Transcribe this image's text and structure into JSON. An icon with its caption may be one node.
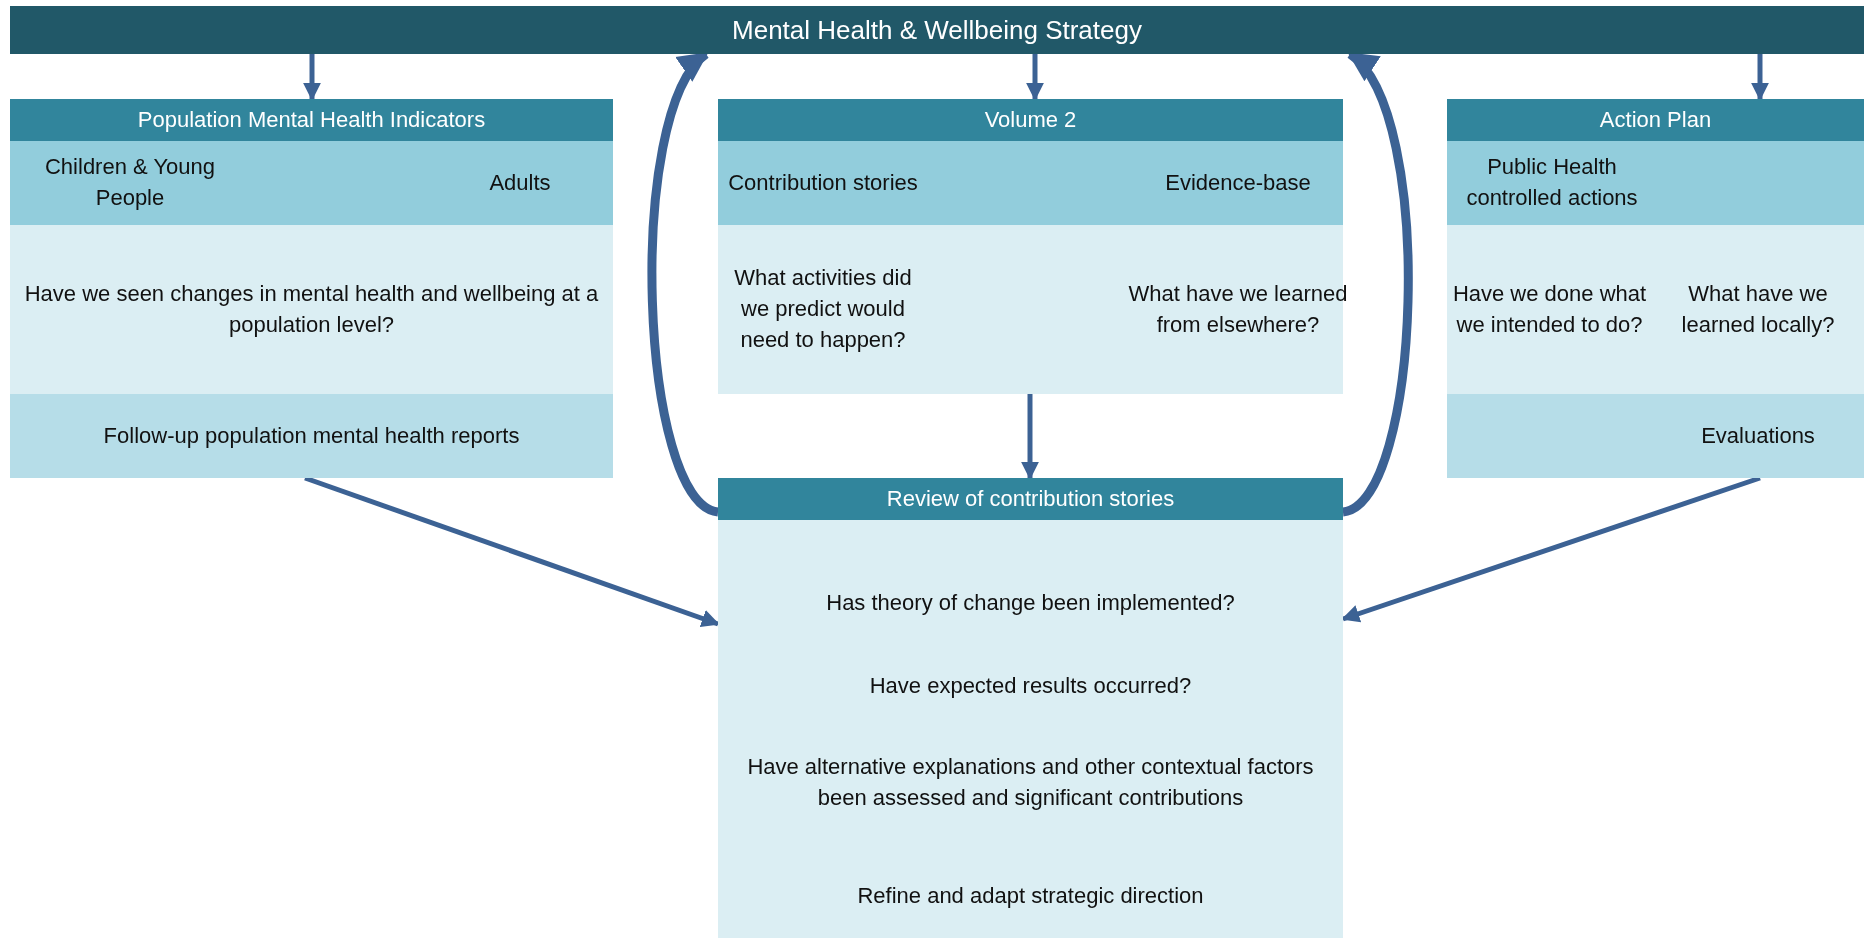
{
  "diagram": {
    "nodes": [
      {
        "text": [
          "Mental Health & Wellbeing Strategy"
        ]
      },
      {
        "text": [
          "Population Mental Health Indicators"
        ]
      },
      {
        "text": [
          "Children & Young People",
          "Adults"
        ],
        "in": 1
      },
      {
        "text": [
          "Have we seen changes in mental health and wellbeing at a population level?"
        ],
        "in": 1
      },
      {
        "text": [
          "Follow-up population mental health reports"
        ],
        "in": 1
      },
      {
        "text": [
          "Volume 2"
        ]
      },
      {
        "text": [
          "Contribution stories",
          "Evidence-base"
        ],
        "in": 5
      },
      {
        "text": [
          "What activities did we predict would need to happen?",
          "What have we learned from elsewhere?"
        ],
        "in": 5
      },
      {
        "text": [
          "Action Plan"
        ]
      },
      {
        "text": [
          "Public Health controlled actions"
        ],
        "in": 8
      },
      {
        "text": [
          "Have we done what we intended to do?",
          "What have we learned locally?"
        ],
        "in": 8
      },
      {
        "text": [
          "Evaluations"
        ],
        "in": 8
      },
      {
        "text": [
          "Review of contribution stories",
          "Has theory of change been implemented?",
          "Have expected results occurred?",
          "Have alternative explanations and other contextual factors been assessed and significant contributions",
          "Refine and adapt strategic direction"
        ]
      }
    ],
    "edges": [
      {
        "from": 0,
        "to": 1,
        "arrow": "to"
      },
      {
        "from": 0,
        "to": 5,
        "arrow": "to"
      },
      {
        "from": 0,
        "to": 8,
        "arrow": "to"
      },
      {
        "from": 5,
        "to": 12,
        "arrow": "to"
      },
      {
        "from": 1,
        "to": 12,
        "arrow": "to"
      },
      {
        "from": 8,
        "to": 12,
        "arrow": "to"
      },
      {
        "from": 12,
        "to": 0,
        "arrow": "to",
        "style": "thick"
      },
      {
        "from": 12,
        "to": 0,
        "arrow": "to",
        "style": "thick"
      }
    ]
  }
}
